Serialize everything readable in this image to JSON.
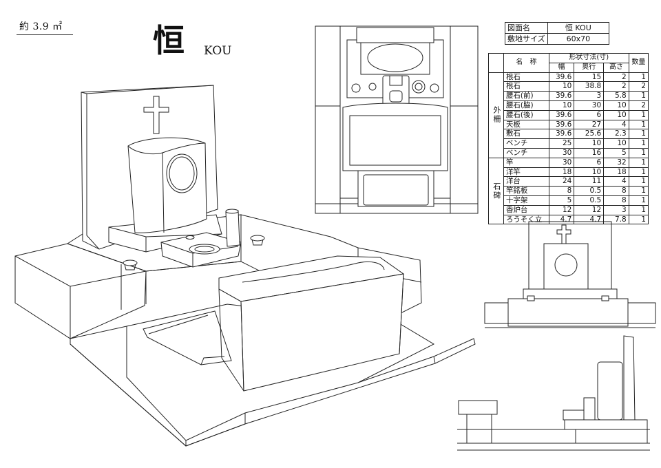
{
  "header": {
    "area": "約 3.9 ㎡",
    "title_kanji": "恒",
    "title_roman": "KOU"
  },
  "name_table": {
    "rows": [
      {
        "label": "図面名",
        "value": "恒 KOU"
      },
      {
        "label": "敷地サイズ",
        "value": "60x70"
      }
    ]
  },
  "spec_table": {
    "group_header": "形状寸法(寸)",
    "col_name": "名　称",
    "col_width": "幅",
    "col_depth": "奥行",
    "col_height": "高さ",
    "col_qty": "数量",
    "groups": [
      {
        "name": "外柵",
        "rows": [
          {
            "name": "根石",
            "w": "39.6",
            "d": "15",
            "h": "2",
            "q": "1"
          },
          {
            "name": "根石",
            "w": "10",
            "d": "38.8",
            "h": "2",
            "q": "2"
          },
          {
            "name": "腰石(前)",
            "w": "39.6",
            "d": "3",
            "h": "5.8",
            "q": "1"
          },
          {
            "name": "腰石(脇)",
            "w": "10",
            "d": "30",
            "h": "10",
            "q": "2"
          },
          {
            "name": "腰石(後)",
            "w": "39.6",
            "d": "6",
            "h": "10",
            "q": "1"
          },
          {
            "name": "天板",
            "w": "39.6",
            "d": "27",
            "h": "4",
            "q": "1"
          },
          {
            "name": "敷石",
            "w": "39.6",
            "d": "25.6",
            "h": "2.3",
            "q": "1"
          },
          {
            "name": "ベンチ",
            "w": "25",
            "d": "10",
            "h": "10",
            "q": "1"
          },
          {
            "name": "ベンチ",
            "w": "30",
            "d": "16",
            "h": "5",
            "q": "1"
          }
        ]
      },
      {
        "name": "石碑",
        "rows": [
          {
            "name": "竿",
            "w": "30",
            "d": "6",
            "h": "32",
            "q": "1"
          },
          {
            "name": "洋竿",
            "w": "18",
            "d": "10",
            "h": "18",
            "q": "1"
          },
          {
            "name": "洋台",
            "w": "24",
            "d": "11",
            "h": "4",
            "q": "1"
          },
          {
            "name": "竿銘板",
            "w": "8",
            "d": "0.5",
            "h": "8",
            "q": "1"
          },
          {
            "name": "十字架",
            "w": "5",
            "d": "0.5",
            "h": "8",
            "q": "1"
          },
          {
            "name": "香炉台",
            "w": "12",
            "d": "12",
            "h": "3",
            "q": "1"
          },
          {
            "name": "ろうそく立",
            "w": "4.7",
            "d": "4.7",
            "h": "7.8",
            "q": "1"
          }
        ]
      }
    ]
  }
}
